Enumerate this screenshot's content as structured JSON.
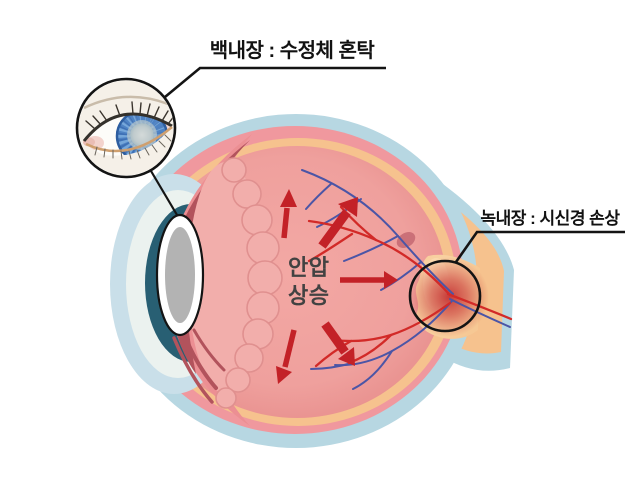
{
  "labels": {
    "cataract": "백내장 : 수정체 혼탁",
    "glaucoma": "녹내장 : 시신경 손상",
    "pressure_line1": "안압",
    "pressure_line2": "상승"
  },
  "palette": {
    "background": "#ffffff",
    "sclera_blue": "#b7d7e2",
    "choroid_pink": "#f0989e",
    "retina_cream": "#f6c28e",
    "vitreous_pink": "#efa09d",
    "ciliary_maroon": "#b2535c",
    "ciliary_folds_pink": "#f2aeab",
    "lens_gray": "#b3b3b3",
    "lens_rim_white": "#ffffff",
    "iris_navy": "#285f73",
    "cornea_blue": "#c9dfe9",
    "external_iris_blue": "#4f83c4",
    "cataract_gray": "#c2cbcd",
    "artery_red": "#d22a28",
    "vein_blue": "#4b55a6",
    "arrow_red": "#c32127",
    "nerve_damage_red": "#c02326",
    "outline_black": "#141414",
    "label_text": "#121212",
    "pressure_text": "#424242"
  }
}
